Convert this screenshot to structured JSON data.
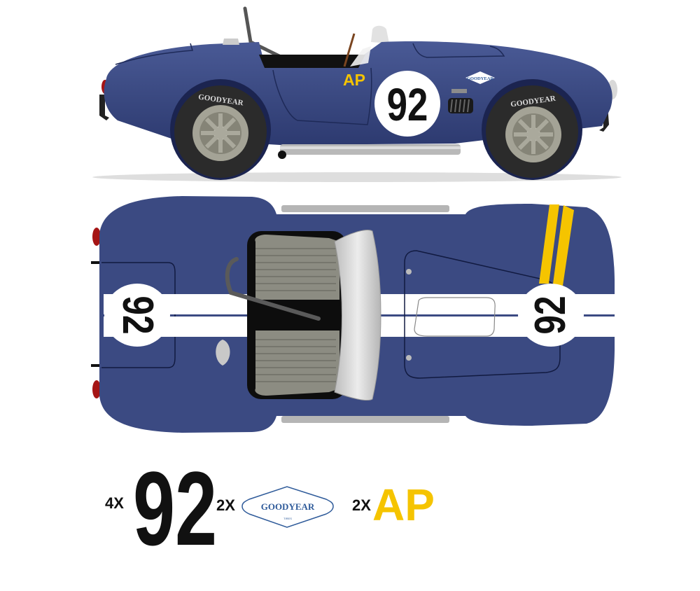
{
  "colors": {
    "body": "#3b4a82",
    "body_dark": "#27346a",
    "stripe": "#ffffff",
    "accent_yellow": "#f5c400",
    "tire": "#2b2b2b",
    "rim": "#a4a396",
    "goodyear_blue": "#2f5b9a"
  },
  "side_view": {
    "race_number": "92",
    "sponsor_text": "AP",
    "tire_brand": "GOODYEAR",
    "goodyear_badge": "GOODYEAR"
  },
  "top_view": {
    "rear_number": "92",
    "front_number": "92"
  },
  "decal_sheet": {
    "number_qty": "4X",
    "number": "92",
    "goodyear_qty": "2X",
    "goodyear_logo": "GOODYEAR",
    "goodyear_sub": "TIRES",
    "ap_qty": "2X",
    "ap_text": "AP"
  }
}
